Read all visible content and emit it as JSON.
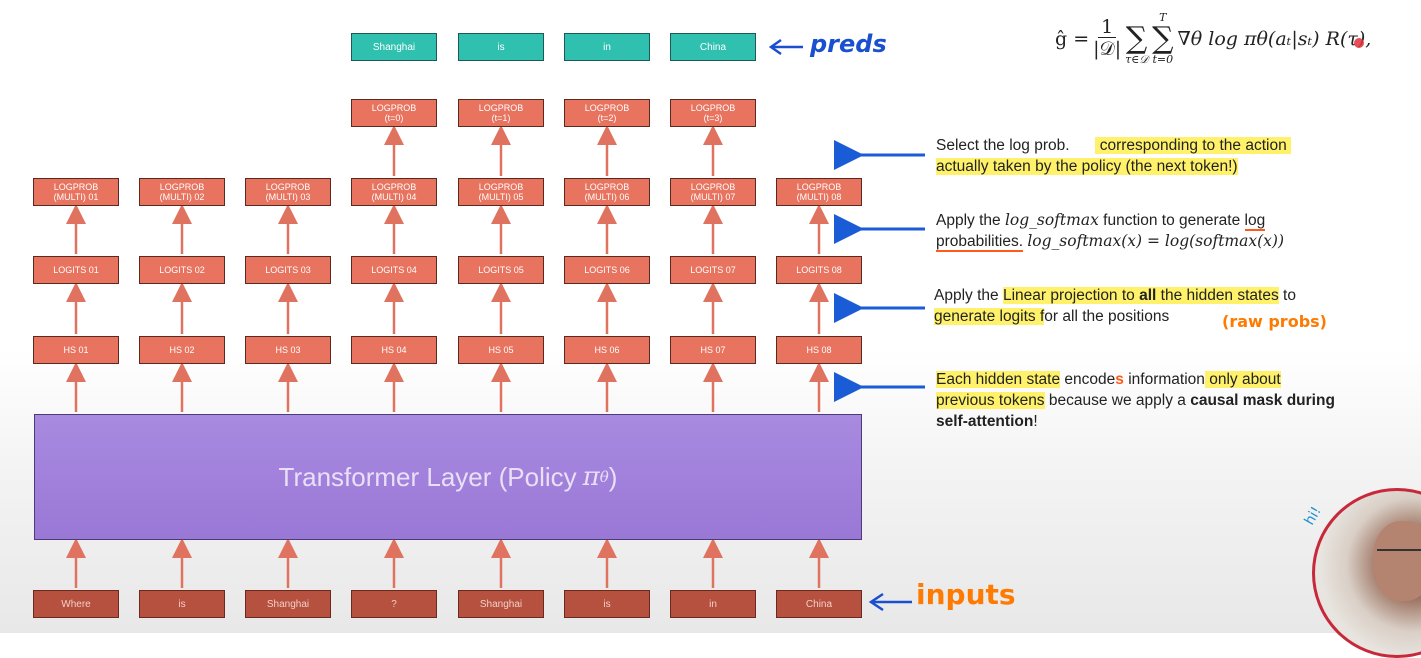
{
  "formula": {
    "lhs": "ĝ =",
    "frac_num": "1",
    "frac_den": "|𝒟|",
    "sum1_sub": "τ∈𝒟",
    "sum2_sup": "T",
    "sum2_sub": "t=0",
    "rest": "∇θ log πθ(aₜ|sₜ) R(τ),"
  },
  "preds": [
    "Shanghai",
    "is",
    "in",
    "China"
  ],
  "preds_label": "preds",
  "selected_logprobs": [
    "LOGPROB\n(t=0)",
    "LOGPROB\n(t=1)",
    "LOGPROB\n(t=2)",
    "LOGPROB\n(t=3)"
  ],
  "multi_logprobs": [
    "LOGPROB\n(MULTI) 01",
    "LOGPROB\n(MULTI) 02",
    "LOGPROB\n(MULTI) 03",
    "LOGPROB\n(MULTI) 04",
    "LOGPROB\n(MULTI) 05",
    "LOGPROB\n(MULTI) 06",
    "LOGPROB\n(MULTI) 07",
    "LOGPROB\n(MULTI) 08"
  ],
  "logits": [
    "LOGITS 01",
    "LOGITS 02",
    "LOGITS 03",
    "LOGITS 04",
    "LOGITS 05",
    "LOGITS 06",
    "LOGITS 07",
    "LOGITS 08"
  ],
  "hidden_states": [
    "HS 01",
    "HS 02",
    "HS 03",
    "HS 04",
    "HS 05",
    "HS 06",
    "HS 07",
    "HS 08"
  ],
  "transformer": {
    "label": "Transformer Layer (Policy",
    "symbol": "π",
    "sub": "θ",
    "close": ")"
  },
  "inputs": [
    "Where",
    "is",
    "Shanghai",
    "?",
    "Shanghai",
    "is",
    "in",
    "China"
  ],
  "inputs_label": "inputs",
  "annotations": {
    "select": {
      "line1_a": "Select the log prob.",
      "line1_b": "corresponding to the action",
      "line2": "actually taken by the policy (the next token!)"
    },
    "softmax": {
      "line1_a": "Apply the",
      "line1_fn": "log_softmax",
      "line1_b": "function to generate",
      "line1_c": "log",
      "line2_a": "probabilities.",
      "line2_formula": "log_softmax(x) = log(softmax(x))"
    },
    "linear": {
      "line1_a": "Apply the",
      "line1_b": "Linear projection to",
      "line1_bold": "all",
      "line1_c": "the hidden states",
      "line1_d": "to",
      "line2_a": "generate logits f",
      "line2_b": "or all the positions",
      "hand": "(raw probs)"
    },
    "hidden": {
      "line1_a": "Each hidden state",
      "line1_b": "encode",
      "line1_s": "s",
      "line1_c": "information",
      "line1_d": "only about",
      "line2_a": "previous tokens",
      "line2_b": "because we apply a",
      "line2_bold": "causal mask during",
      "line3_bold": "self-attention",
      "line3_end": "!"
    }
  },
  "webcam_hand": "hi!",
  "colors": {
    "box": "#e8735f",
    "pred": "#2fc0b0",
    "input": "#b7513f",
    "transformer": "#a88ae0",
    "arrow_blue": "#1a5bd6",
    "highlight": "#fff26a"
  }
}
